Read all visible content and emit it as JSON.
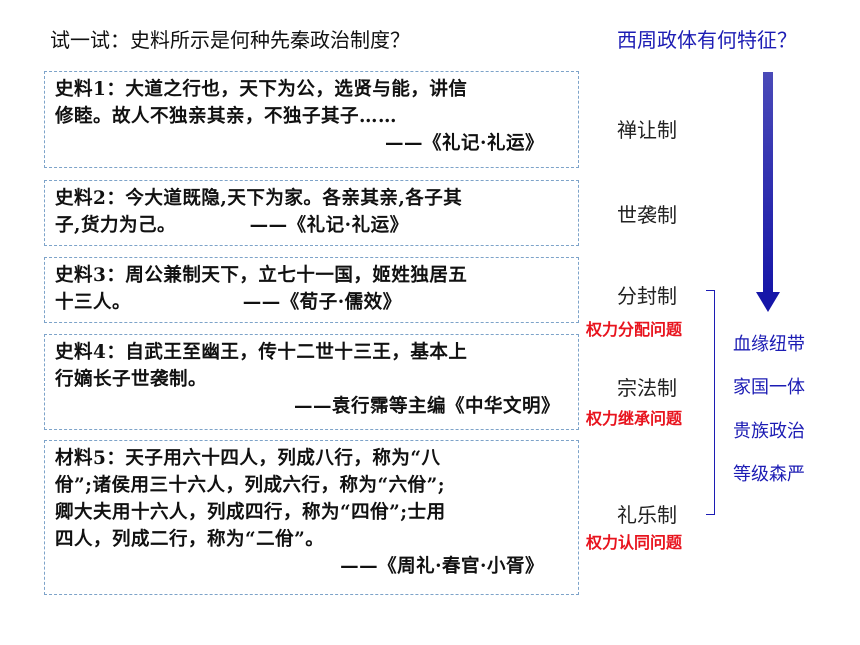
{
  "heading": "试一试：史料所示是何种先秦政治制度？",
  "question": "西周政体有何特征？",
  "materials": [
    {
      "lines": [
        "史料1：大道之行也，天下为公，选贤与能，讲信",
        "修睦。故人不独亲其亲，不独子其子……"
      ],
      "citation": "——《礼记·礼运》"
    },
    {
      "lines": [
        "史料2：今大道既隐,天下为家。各亲其亲,各子其",
        "子,货力为己。　　　　 ——《礼记·礼运》"
      ],
      "citation": ""
    },
    {
      "lines": [
        "史料3：周公兼制天下，立七十一国，姬姓独居五",
        "十三人。　　　　　　 ——《荀子·儒效》"
      ],
      "citation": ""
    },
    {
      "lines": [
        "史料4：自武王至幽王，传十二世十三王，基本上",
        "行嫡长子世袭制。"
      ],
      "citation": "——袁行霈等主编《中华文明》"
    },
    {
      "lines": [
        "材料5：天子用六十四人，列成八行，称为“八",
        "佾”;诸侯用三十六人，列成六行，称为“六佾”;",
        "卿大夫用十六人，列成四行，称为“四佾”;士用",
        "四人，列成二行，称为“二佾”。"
      ],
      "citation": "——《周礼·春官·小胥》"
    }
  ],
  "systems": [
    "禅让制",
    "世袭制",
    "分封制",
    "宗法制",
    "礼乐制"
  ],
  "issues": [
    "权力分配问题",
    "权力继承问题",
    "权力认同问题"
  ],
  "features": [
    "血缘纽带",
    "家国一体",
    "贵族政治",
    "等级森严"
  ],
  "colors": {
    "question": "#1c1cb4",
    "issue": "#e8141e",
    "box_border": "#7da3c9"
  }
}
